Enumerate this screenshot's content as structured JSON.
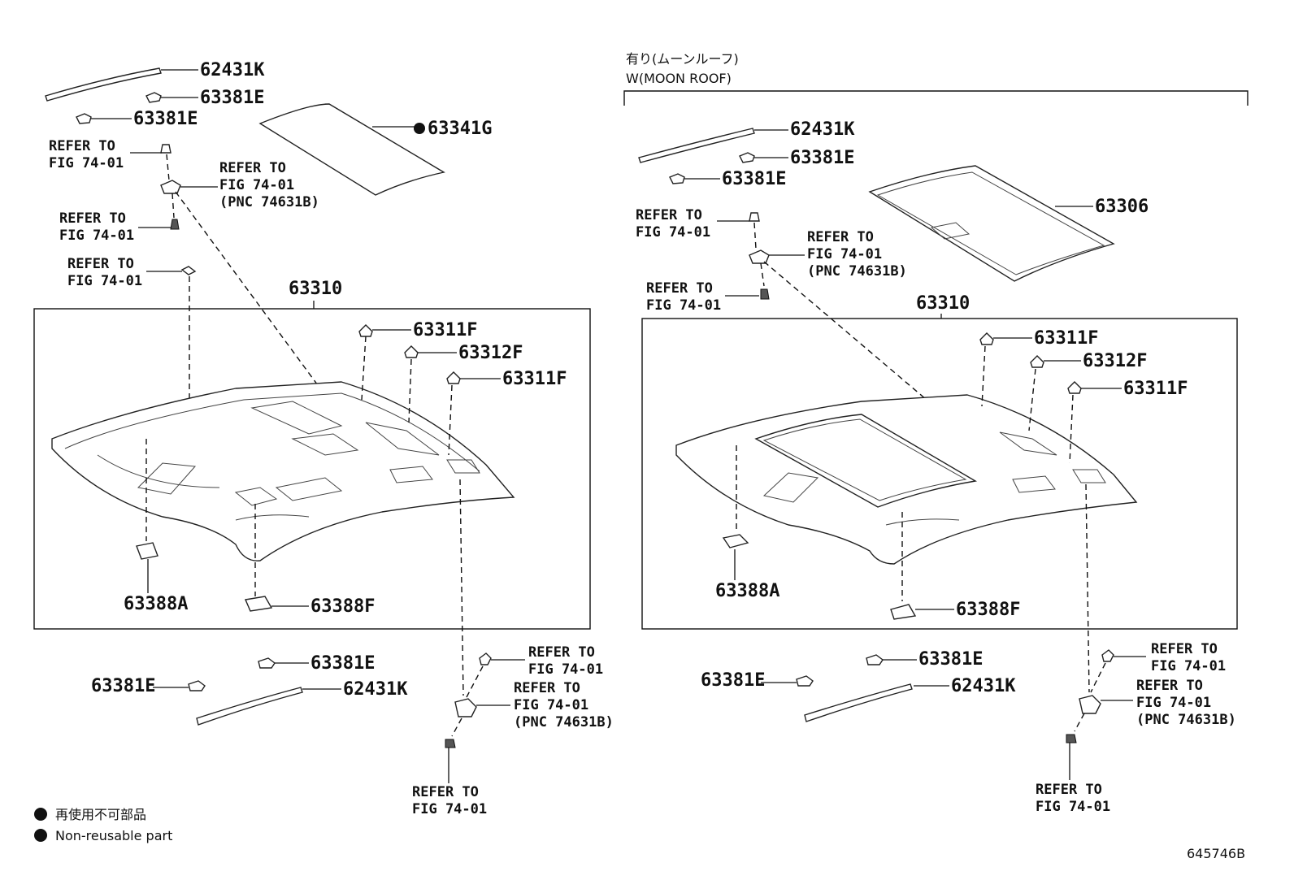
{
  "left": {
    "p_62431K_top": "62431K",
    "p_63381E_top_a": "63381E",
    "p_63381E_top_b": "63381E",
    "p_63341G": "63341G",
    "ref1": [
      "REFER TO",
      "FIG 74-01"
    ],
    "ref2": [
      "REFER TO",
      "FIG 74-01",
      "(PNC 74631B)"
    ],
    "ref3": [
      "REFER TO",
      "FIG 74-01"
    ],
    "ref4": [
      "REFER TO",
      "FIG 74-01"
    ],
    "p_63310": "63310",
    "p_63311F_a": "63311F",
    "p_63312F": "63312F",
    "p_63311F_b": "63311F",
    "p_63388A": "63388A",
    "p_63388F": "63388F",
    "p_63381E_bot_a": "63381E",
    "p_63381E_bot_b": "63381E",
    "p_62431K_bot": "62431K",
    "ref5": [
      "REFER TO",
      "FIG 74-01"
    ],
    "ref6": [
      "REFER TO",
      "FIG 74-01",
      "(PNC 74631B)"
    ],
    "ref7": [
      "REFER TO",
      "FIG 74-01"
    ]
  },
  "right": {
    "header_jp": "有り(ムーンルーフ)",
    "header_en": "W(MOON ROOF)",
    "p_62431K_top": "62431K",
    "p_63381E_top_a": "63381E",
    "p_63381E_top_b": "63381E",
    "p_63306": "63306",
    "ref1": [
      "REFER TO",
      "FIG 74-01"
    ],
    "ref2": [
      "REFER TO",
      "FIG 74-01",
      "(PNC 74631B)"
    ],
    "ref3": [
      "REFER TO",
      "FIG 74-01"
    ],
    "p_63310": "63310",
    "p_63311F_a": "63311F",
    "p_63312F": "63312F",
    "p_63311F_b": "63311F",
    "p_63388A": "63388A",
    "p_63388F": "63388F",
    "p_63381E_bot_a": "63381E",
    "p_63381E_bot_b": "63381E",
    "p_62431K_bot": "62431K",
    "ref5": [
      "REFER TO",
      "FIG 74-01"
    ],
    "ref6": [
      "REFER TO",
      "FIG 74-01",
      "(PNC 74631B)"
    ],
    "ref7": [
      "REFER TO",
      "FIG 74-01"
    ]
  },
  "legend": {
    "line_jp": "再使用不可部品",
    "line_en": "Non-reusable part"
  },
  "figure_id": "645746B"
}
